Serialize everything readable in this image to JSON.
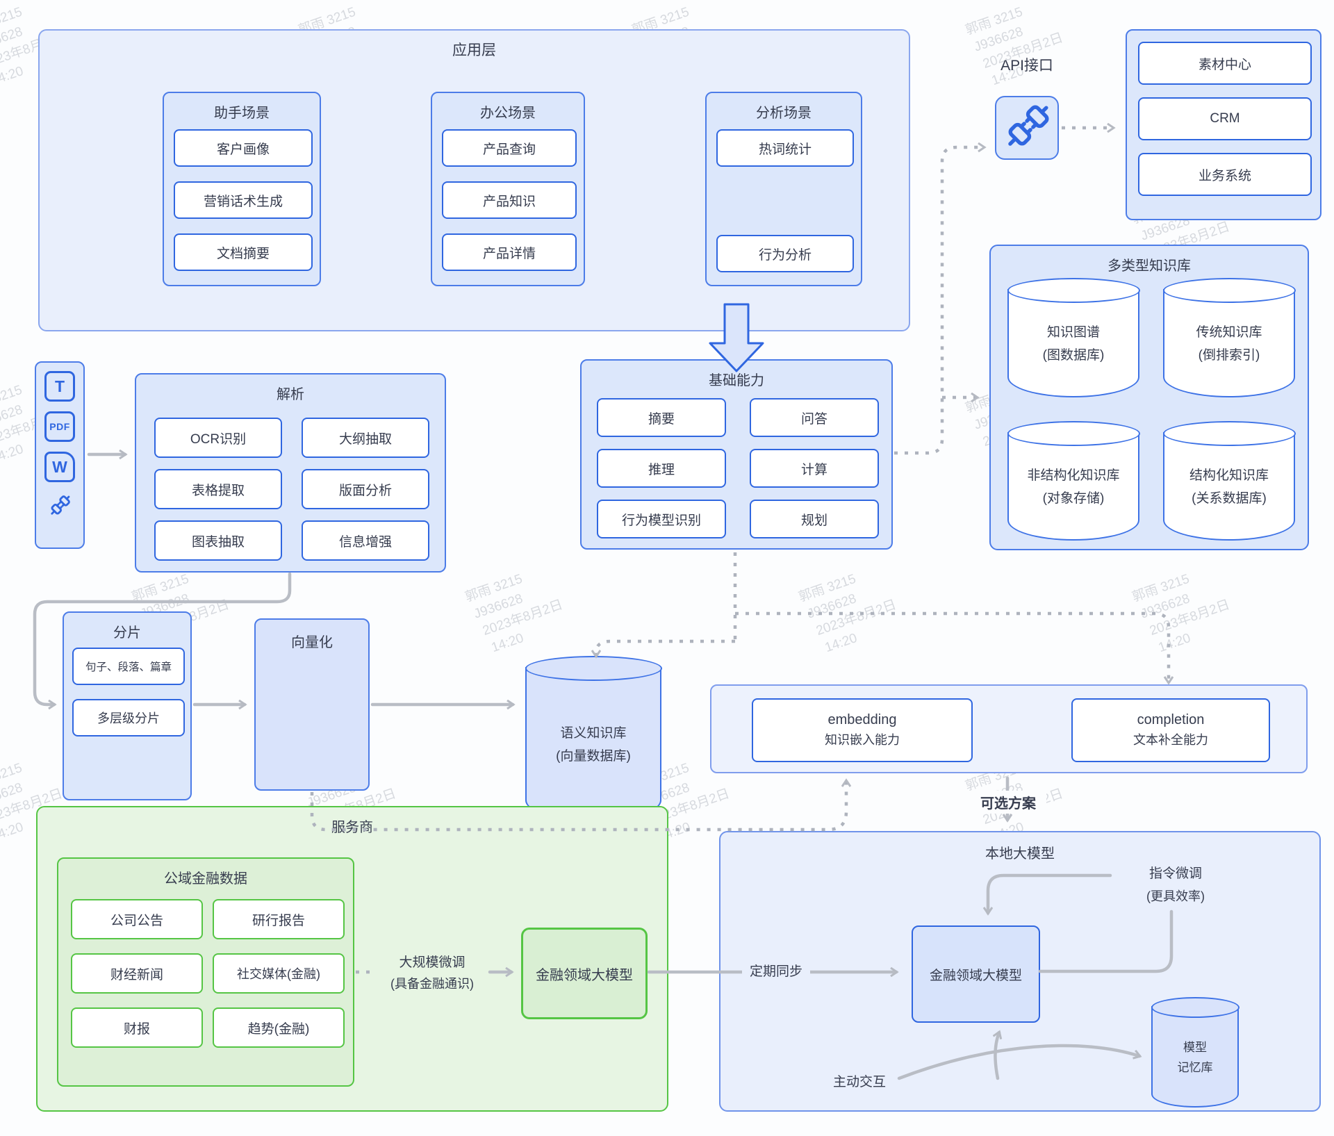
{
  "watermark": {
    "lines": [
      "郭雨 3215",
      "J936628",
      "2023年8月2日",
      "14:20"
    ]
  },
  "colors": {
    "blue_accent": "#2f66e0",
    "blue_border": "#4c7ce8",
    "panel_fill": "#dce7fb",
    "green_border": "#55c544",
    "green_fill": "#e7f5e3",
    "arrow_gray": "#b6bac2"
  },
  "app_layer": {
    "title": "应用层",
    "scenes": [
      {
        "title": "助手场景",
        "items": [
          "客户画像",
          "营销话术生成",
          "文档摘要"
        ]
      },
      {
        "title": "办公场景",
        "items": [
          "产品查询",
          "产品知识",
          "产品详情"
        ]
      },
      {
        "title": "分析场景",
        "items": [
          "热词统计",
          "行为分析"
        ]
      }
    ]
  },
  "api": {
    "label": "API接口"
  },
  "external_systems": {
    "items": [
      "素材中心",
      "CRM",
      "业务系统"
    ]
  },
  "multi_kb": {
    "title": "多类型知识库",
    "cylinders": [
      {
        "line1": "知识图谱",
        "line2": "(图数据库)"
      },
      {
        "line1": "传统知识库",
        "line2": "(倒排索引)"
      },
      {
        "line1": "非结构化知识库",
        "line2": "(对象存储)"
      },
      {
        "line1": "结构化知识库",
        "line2": "(关系数据库)"
      }
    ]
  },
  "doc_input": {
    "text_icon": "T",
    "pdf_icon": "PDF",
    "word_icon": "W"
  },
  "parse": {
    "title": "解析",
    "items": [
      "OCR识别",
      "大纲抽取",
      "表格提取",
      "版面分析",
      "图表抽取",
      "信息增强"
    ]
  },
  "core": {
    "title": "基础能力",
    "items": [
      "摘要",
      "问答",
      "推理",
      "计算",
      "行为模型识别",
      "规划"
    ]
  },
  "chunk": {
    "title": "分片",
    "items": [
      "句子、段落、篇章",
      "多层级分片"
    ]
  },
  "vector": {
    "title": "向量化"
  },
  "semantic_db": {
    "line1": "语义知识库",
    "line2": "(向量数据库)"
  },
  "abilities": {
    "embedding": {
      "line1": "embedding",
      "line2": "知识嵌入能力"
    },
    "completion": {
      "line1": "completion",
      "line2": "文本补全能力"
    }
  },
  "optional_label": "可选方案",
  "provider": {
    "title": "服务商",
    "public_data": {
      "title": "公域金融数据",
      "items": [
        "公司公告",
        "研行报告",
        "财经新闻",
        "社交媒体(金融)",
        "财报",
        "趋势(金融)"
      ]
    },
    "finetune": {
      "line1": "大规模微调",
      "line2": "(具备金融通识)"
    },
    "fin_llm": "金融领域大模型"
  },
  "local_llm": {
    "title": "本地大模型",
    "fin_llm": "金融领域大模型",
    "instruct": {
      "line1": "指令微调",
      "line2": "(更具效率)"
    },
    "sync_label": "定期同步",
    "interact_label": "主动交互",
    "memory": {
      "line1": "模型",
      "line2": "记忆库"
    }
  }
}
